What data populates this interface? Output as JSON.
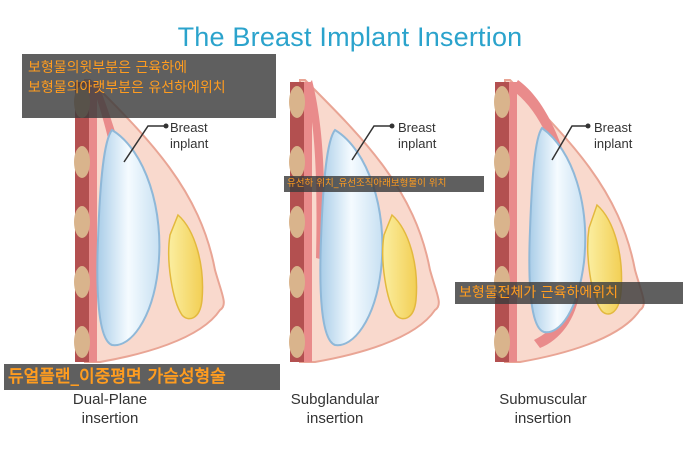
{
  "title": "The Breast Implant Insertion",
  "diagrams": [
    {
      "callout": [
        "Breast",
        "inplant"
      ],
      "caption": [
        "Dual-Plane",
        "insertion"
      ]
    },
    {
      "callout": [
        "Breast",
        "inplant"
      ],
      "caption": [
        "Subglandular",
        "insertion"
      ]
    },
    {
      "callout": [
        "Breast",
        "inplant"
      ],
      "caption": [
        "Submuscular",
        "insertion"
      ]
    }
  ],
  "overlays": {
    "top_line1": "보형물의윗부분은 근육하에",
    "top_line2": "보형물의아랫부분은 유선하에위치",
    "middle": "유선하 위치_유선조직아래보형물이 위치",
    "right": "보형물전체가 근육하에위치",
    "bottom": "듀얼플랜_이중평면 가슴성형술"
  },
  "colors": {
    "title": "#2ba3cc",
    "skin": "#f9d9cd",
    "skin_edge": "#e9a595",
    "muscle": "#e98b8b",
    "implant": "#e3f1fb",
    "gland": "#f7e07a",
    "rib": "#c9a17a",
    "overlay_text": "#ff9c1f"
  }
}
